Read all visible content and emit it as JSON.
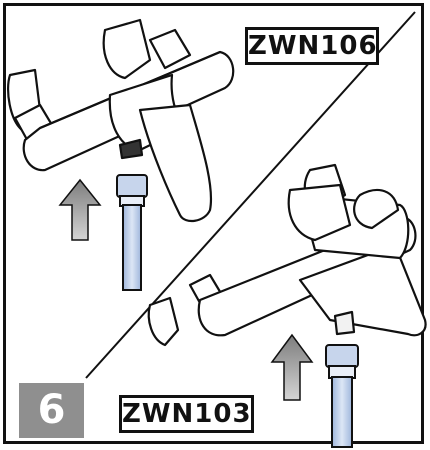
{
  "step": {
    "number": "6"
  },
  "top_panel": {
    "model": "ZWN106"
  },
  "bottom_panel": {
    "model": "ZWN103"
  },
  "colors": {
    "line": "#111111",
    "hose_blue": "#b9cbe6",
    "arrow_gray": "#9a9a9a",
    "badge_gray": "#8f8f8f"
  }
}
